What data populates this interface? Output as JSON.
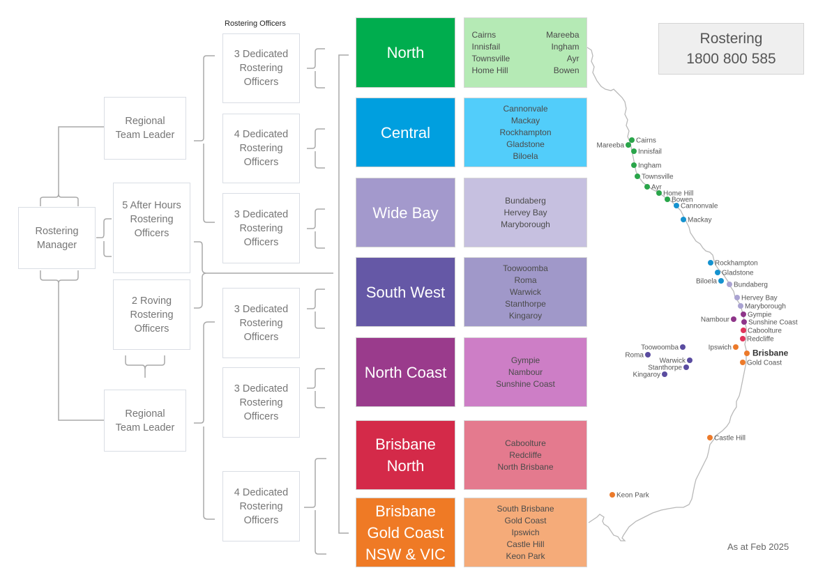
{
  "header": {
    "officers_column_label": "Rostering Officers"
  },
  "hotline": {
    "line1": "Rostering",
    "line2": "1800 800 585"
  },
  "footer": {
    "as_at": "As at Feb 2025"
  },
  "org": {
    "manager": {
      "line1": "Rostering",
      "line2": "Manager"
    },
    "team_leader_1": {
      "line1": "Regional",
      "line2": "Team Leader"
    },
    "team_leader_2": {
      "line1": "Regional",
      "line2": "Team Leader"
    },
    "after_hours": {
      "line1": "5 After Hours",
      "line2": "Rostering",
      "line3": "Officers"
    },
    "roving": {
      "line1": "2 Roving",
      "line2": "Rostering",
      "line3": "Officers"
    },
    "officer_groups": [
      {
        "line1": "3 Dedicated",
        "line2": "Rostering",
        "line3": "Officers"
      },
      {
        "line1": "4 Dedicated",
        "line2": "Rostering",
        "line3": "Officers"
      },
      {
        "line1": "3 Dedicated",
        "line2": "Rostering",
        "line3": "Officers"
      },
      {
        "line1": "3 Dedicated",
        "line2": "Rostering",
        "line3": "Officers"
      },
      {
        "line1": "3 Dedicated",
        "line2": "Rostering",
        "line3": "Officers"
      },
      {
        "line1": "4 Dedicated",
        "line2": "Rostering",
        "line3": "Officers"
      }
    ]
  },
  "regions": [
    {
      "name_lines": [
        "North"
      ],
      "color": "#00ad4e",
      "towns_color": "#b5eab5",
      "towns": [
        "Cairns",
        "Mareeba",
        "Innisfail",
        "Ingham",
        "Townsville",
        "Ayr",
        "Home Hill",
        "Bowen"
      ]
    },
    {
      "name_lines": [
        "Central"
      ],
      "color": "#009fdf",
      "towns_color": "#52cdfa",
      "towns": [
        "Cannonvale",
        "Mackay",
        "Rockhampton",
        "Gladstone",
        "Biloela"
      ]
    },
    {
      "name_lines": [
        "Wide Bay"
      ],
      "color": "#a399cc",
      "towns_color": "#c6c0e0",
      "towns": [
        "Bundaberg",
        "Hervey Bay",
        "Maryborough"
      ]
    },
    {
      "name_lines": [
        "South West"
      ],
      "color": "#6558a6",
      "towns_color": "#a098c9",
      "towns": [
        "Toowoomba",
        "Roma",
        "Warwick",
        "Stanthorpe",
        "Kingaroy"
      ]
    },
    {
      "name_lines": [
        "North Coast"
      ],
      "color": "#9a3b8c",
      "towns_color": "#cd7ec6",
      "towns": [
        "Gympie",
        "Nambour",
        "Sunshine Coast"
      ]
    },
    {
      "name_lines": [
        "Brisbane",
        "North"
      ],
      "color": "#d42a49",
      "towns_color": "#e47a8e",
      "towns": [
        "Caboolture",
        "Redcliffe",
        "North Brisbane"
      ]
    },
    {
      "name_lines": [
        "Brisbane",
        "Gold Coast",
        "NSW & VIC"
      ],
      "color": "#ef7a25",
      "towns_color": "#f5ab79",
      "towns": [
        "South Brisbane",
        "Gold Coast",
        "Ipswich",
        "Castle Hill",
        "Keon Park"
      ]
    }
  ],
  "map": {
    "region_colors": {
      "north": "#2aa54a",
      "central": "#1592cf",
      "wide_bay": "#aaa3d2",
      "south_west": "#5a4ca0",
      "north_coast": "#8e3589",
      "brisbane_north": "#e0345a",
      "brisbane_gc": "#ec7a2a"
    },
    "locations": [
      {
        "name": "Cairns",
        "region": "north"
      },
      {
        "name": "Mareeba",
        "region": "north"
      },
      {
        "name": "Innisfail",
        "region": "north"
      },
      {
        "name": "Ingham",
        "region": "north"
      },
      {
        "name": "Townsville",
        "region": "north"
      },
      {
        "name": "Ayr",
        "region": "north"
      },
      {
        "name": "Home Hill",
        "region": "north"
      },
      {
        "name": "Bowen",
        "region": "north"
      },
      {
        "name": "Cannonvale",
        "region": "central"
      },
      {
        "name": "Mackay",
        "region": "central"
      },
      {
        "name": "Rockhampton",
        "region": "central"
      },
      {
        "name": "Gladstone",
        "region": "central"
      },
      {
        "name": "Biloela",
        "region": "central"
      },
      {
        "name": "Bundaberg",
        "region": "wide_bay"
      },
      {
        "name": "Hervey Bay",
        "region": "wide_bay"
      },
      {
        "name": "Maryborough",
        "region": "wide_bay"
      },
      {
        "name": "Gympie",
        "region": "north_coast"
      },
      {
        "name": "Nambour",
        "region": "north_coast"
      },
      {
        "name": "Sunshine Coast",
        "region": "north_coast"
      },
      {
        "name": "Caboolture",
        "region": "brisbane_north"
      },
      {
        "name": "Redcliffe",
        "region": "brisbane_north"
      },
      {
        "name": "Ipswich",
        "region": "brisbane_gc"
      },
      {
        "name": "Brisbane",
        "region": "brisbane_gc"
      },
      {
        "name": "Gold Coast",
        "region": "brisbane_gc"
      },
      {
        "name": "Toowoomba",
        "region": "south_west"
      },
      {
        "name": "Roma",
        "region": "south_west"
      },
      {
        "name": "Warwick",
        "region": "south_west"
      },
      {
        "name": "Stanthorpe",
        "region": "south_west"
      },
      {
        "name": "Kingaroy",
        "region": "south_west"
      },
      {
        "name": "Castle Hill",
        "region": "brisbane_gc"
      },
      {
        "name": "Keon Park",
        "region": "brisbane_gc"
      }
    ]
  }
}
